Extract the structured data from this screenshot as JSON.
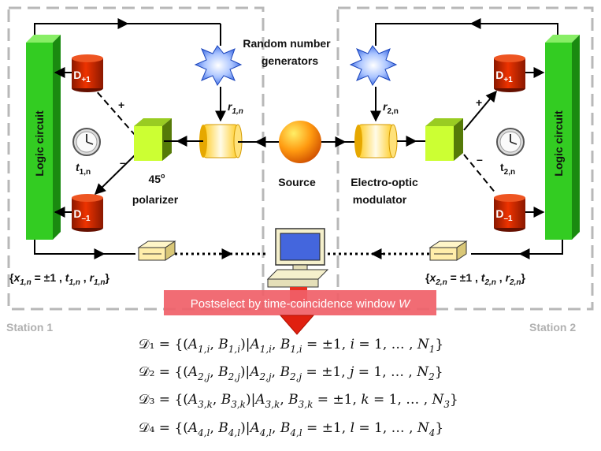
{
  "texts": {
    "rng": [
      "Random number",
      "generators"
    ],
    "logic_circuit": "Logic circuit",
    "d_plus": "D",
    "d_plus_sub": "+1",
    "d_minus": "D",
    "d_minus_sub": "–1",
    "plus_sign": "+",
    "minus_sign": "–",
    "polarizer": [
      "45",
      "o",
      "polarizer"
    ],
    "source": "Source",
    "modulator": [
      "Electro-optic",
      "modulator"
    ],
    "station1": "Station 1",
    "station2": "Station 2",
    "t1n": [
      "t",
      "1,n"
    ],
    "t2n": [
      "t",
      "2,n"
    ],
    "r1n": [
      "r",
      "1,n"
    ],
    "r2n": [
      "r",
      "2,n"
    ],
    "record1": [
      "{",
      "x",
      "1,n",
      " = ±1 , ",
      "t",
      "1,n",
      " , ",
      "r",
      "1,n",
      "}"
    ],
    "record2": [
      "{",
      "x",
      "2,n",
      " = ±1 , ",
      "t",
      "2,n",
      " , ",
      "r",
      "2,n",
      "}"
    ],
    "banner": [
      "Postselect by time-coincidence window ",
      "W"
    ]
  },
  "equations": [
    {
      "set": "𝒟₁",
      "body": "= {(A",
      "a": "1,i",
      "b": "1,i",
      "idx": "i",
      "cnt": "1"
    },
    {
      "set": "𝒟₂",
      "body": "= {(A",
      "a": "2,j",
      "b": "2,j",
      "idx": "j",
      "cnt": "2"
    },
    {
      "set": "𝒟₃",
      "body": "= {(A",
      "a": "3,k",
      "b": "3,k",
      "idx": "k",
      "cnt": "3"
    },
    {
      "set": "𝒟₄",
      "body": "= {(A",
      "a": "4,l",
      "b": "4,l",
      "idx": "l",
      "cnt": "4"
    }
  ],
  "colors": {
    "logic_green": "#33cc22",
    "detector_red": "#cc2200",
    "polarizer_yellow_green": "#ccff33",
    "modulator_yellow": "#ffcc33",
    "source_orange": "#ff8800",
    "banner_red": "#f0606a",
    "station_border": "#b8b8b8"
  },
  "icons": [
    "clock-icon",
    "burst-icon",
    "computer-icon",
    "disk-drive-icon"
  ]
}
